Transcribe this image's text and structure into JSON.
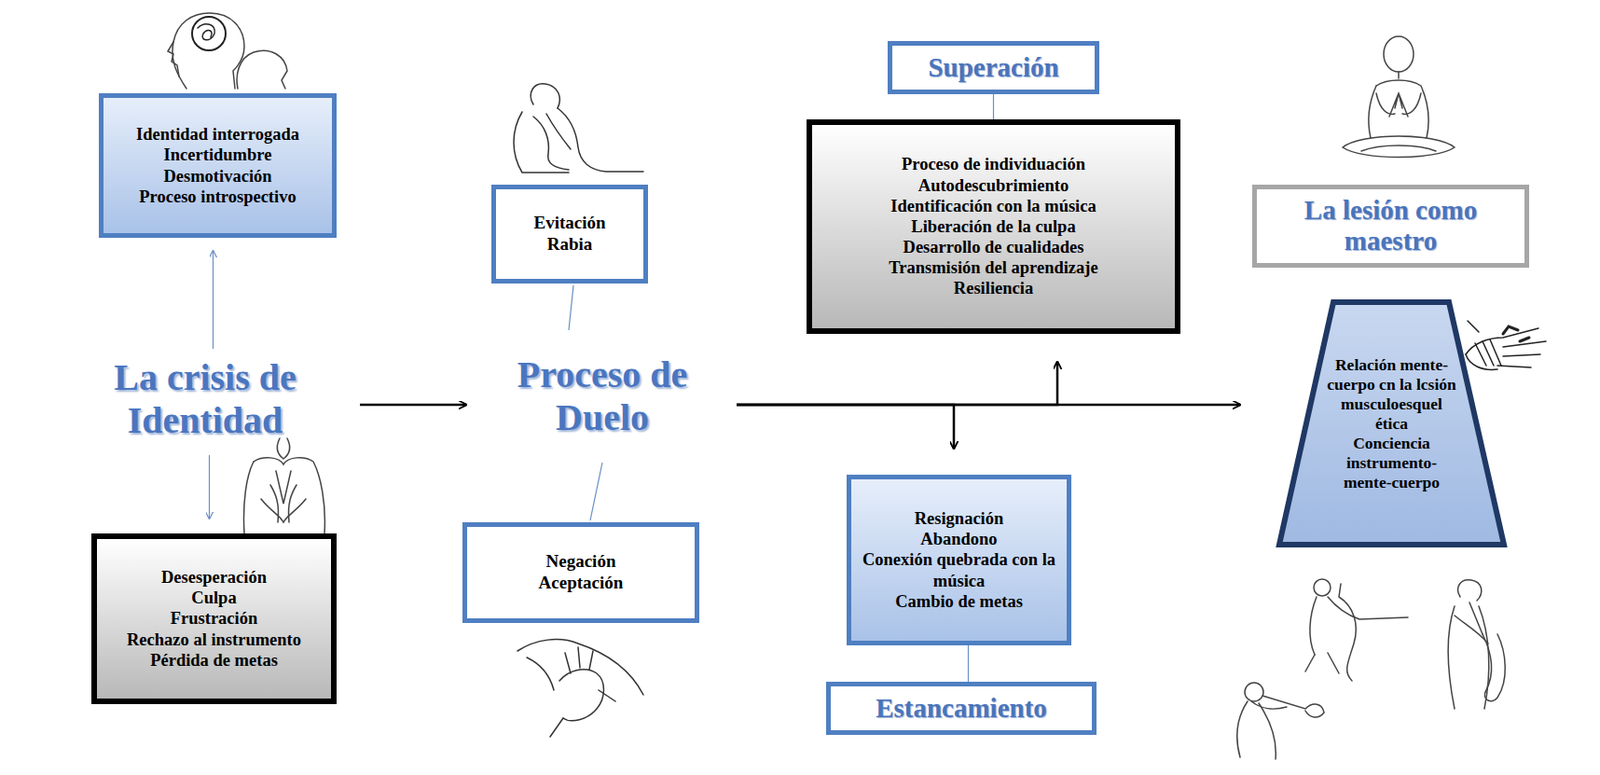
{
  "diagram": {
    "nodes": [
      {
        "text": [
          "Identidad interrogada",
          "Incertidumbre",
          "Desmotivación",
          "Proceso introspectivo"
        ]
      },
      {
        "text": [
          "La crisis de Identidad"
        ]
      },
      {
        "text": [
          "Desesperación",
          "Culpa",
          "Frustración",
          "Rechazo al instrumento",
          "Pérdida de metas"
        ]
      },
      {
        "text": [
          "Evitación",
          "Rabia"
        ]
      },
      {
        "text": [
          "Proceso de Duelo"
        ]
      },
      {
        "text": [
          "Negación",
          "Aceptación"
        ]
      },
      {
        "text": [
          "Superación"
        ]
      },
      {
        "text": [
          "Proceso de individuación",
          "Autodescubrimiento",
          "Identificación con la música",
          "Liberación de la culpa",
          "Desarrollo de cualidades",
          "Transmisión del aprendizaje",
          "Resiliencia"
        ]
      },
      {
        "text": [
          "Resignación",
          "Abandono",
          "Conexión quebrada con la música",
          "Cambio de metas"
        ]
      },
      {
        "text": [
          "Estancamiento"
        ]
      },
      {
        "text": [
          "La lesión como maestro"
        ]
      },
      {
        "text": [
          "Relación mente-cuerpo cn la lcsión musculoesquel ética",
          "Conciencia instrumento- mente-cuerpo"
        ]
      }
    ],
    "edges": [
      {
        "from": 1,
        "to": 0,
        "arrow": "to"
      },
      {
        "from": 1,
        "to": 2,
        "arrow": "to"
      },
      {
        "from": 1,
        "to": 4,
        "arrow": "to"
      },
      {
        "from": 4,
        "to": 3,
        "arrow": "none"
      },
      {
        "from": 4,
        "to": 5,
        "arrow": "none"
      },
      {
        "from": 4,
        "to": 7,
        "arrow": "to"
      },
      {
        "from": 4,
        "to": 8,
        "arrow": "to"
      },
      {
        "from": 4,
        "to": 11,
        "arrow": "to"
      },
      {
        "from": 6,
        "to": 7,
        "arrow": "none"
      },
      {
        "from": 8,
        "to": 9,
        "arrow": "none"
      }
    ]
  }
}
